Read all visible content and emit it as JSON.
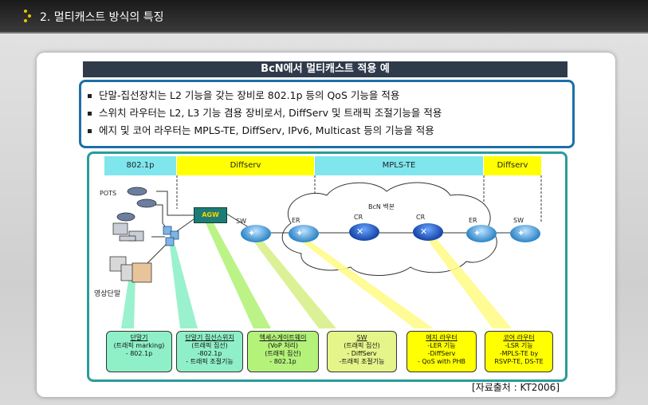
{
  "topbar": {
    "title": "2. 멀티캐스트 방식의 특징"
  },
  "header": {
    "title": "BcN에서 멀티캐스트 적용 예"
  },
  "bullets": [
    "단말-집선장치는 L2 기능을 갖는 장비로 802.1p 등의 QoS 기능을 적용",
    "스위치 라우터는 L2, L3 기능 겸용 장비로서, DiffServ 및 트래픽 조절기능을 적용",
    "에지 및 코어 라우터는 MPLS-TE, DiffServ, IPv6, Multicast 등의 기능을 적용"
  ],
  "segments": [
    "802.1p",
    "Diffserv",
    "MPLS-TE",
    "Diffserv"
  ],
  "labels": {
    "pots": "POTS",
    "video_terminal": "영상단말",
    "agw": "AGW",
    "cloud": "BcN 백본",
    "sw1": "SW",
    "er1": "ER",
    "cr1": "CR",
    "cr2": "CR",
    "er2": "ER",
    "sw2": "SW"
  },
  "boxes": [
    {
      "title": "단말기",
      "lines": [
        "(트래픽 marking)",
        "- 802.1p"
      ]
    },
    {
      "title": "단말기 집선스위치",
      "lines": [
        "(트래픽 집선)",
        "-802.1p",
        "- 트래픽 조절기능"
      ]
    },
    {
      "title": "엑세스게이트웨이",
      "lines": [
        "(VoP 처리)",
        "(트래픽 집선)",
        "- 802.1p"
      ]
    },
    {
      "title": "SW",
      "lines": [
        "(트래픽 집선)",
        "- DiffServ",
        "-트래픽 조절기능"
      ]
    },
    {
      "title": "에지 라우터",
      "lines": [
        "-LER 기능",
        "-DiffServ",
        "- QoS with PHB"
      ]
    },
    {
      "title": "코어 라우터",
      "lines": [
        "-LSR 기능",
        "-MPLS-TE by",
        "RSVP-TE, DS-TE"
      ]
    }
  ],
  "source": "[자료출처 : KT2006]",
  "colors": {
    "cyan": "#7fe6ee",
    "yellow": "#ffff00",
    "green": "#8ff0c8",
    "lime": "#e6f58a",
    "teal": "#2a9c98",
    "blue": "#1c6fa8"
  }
}
